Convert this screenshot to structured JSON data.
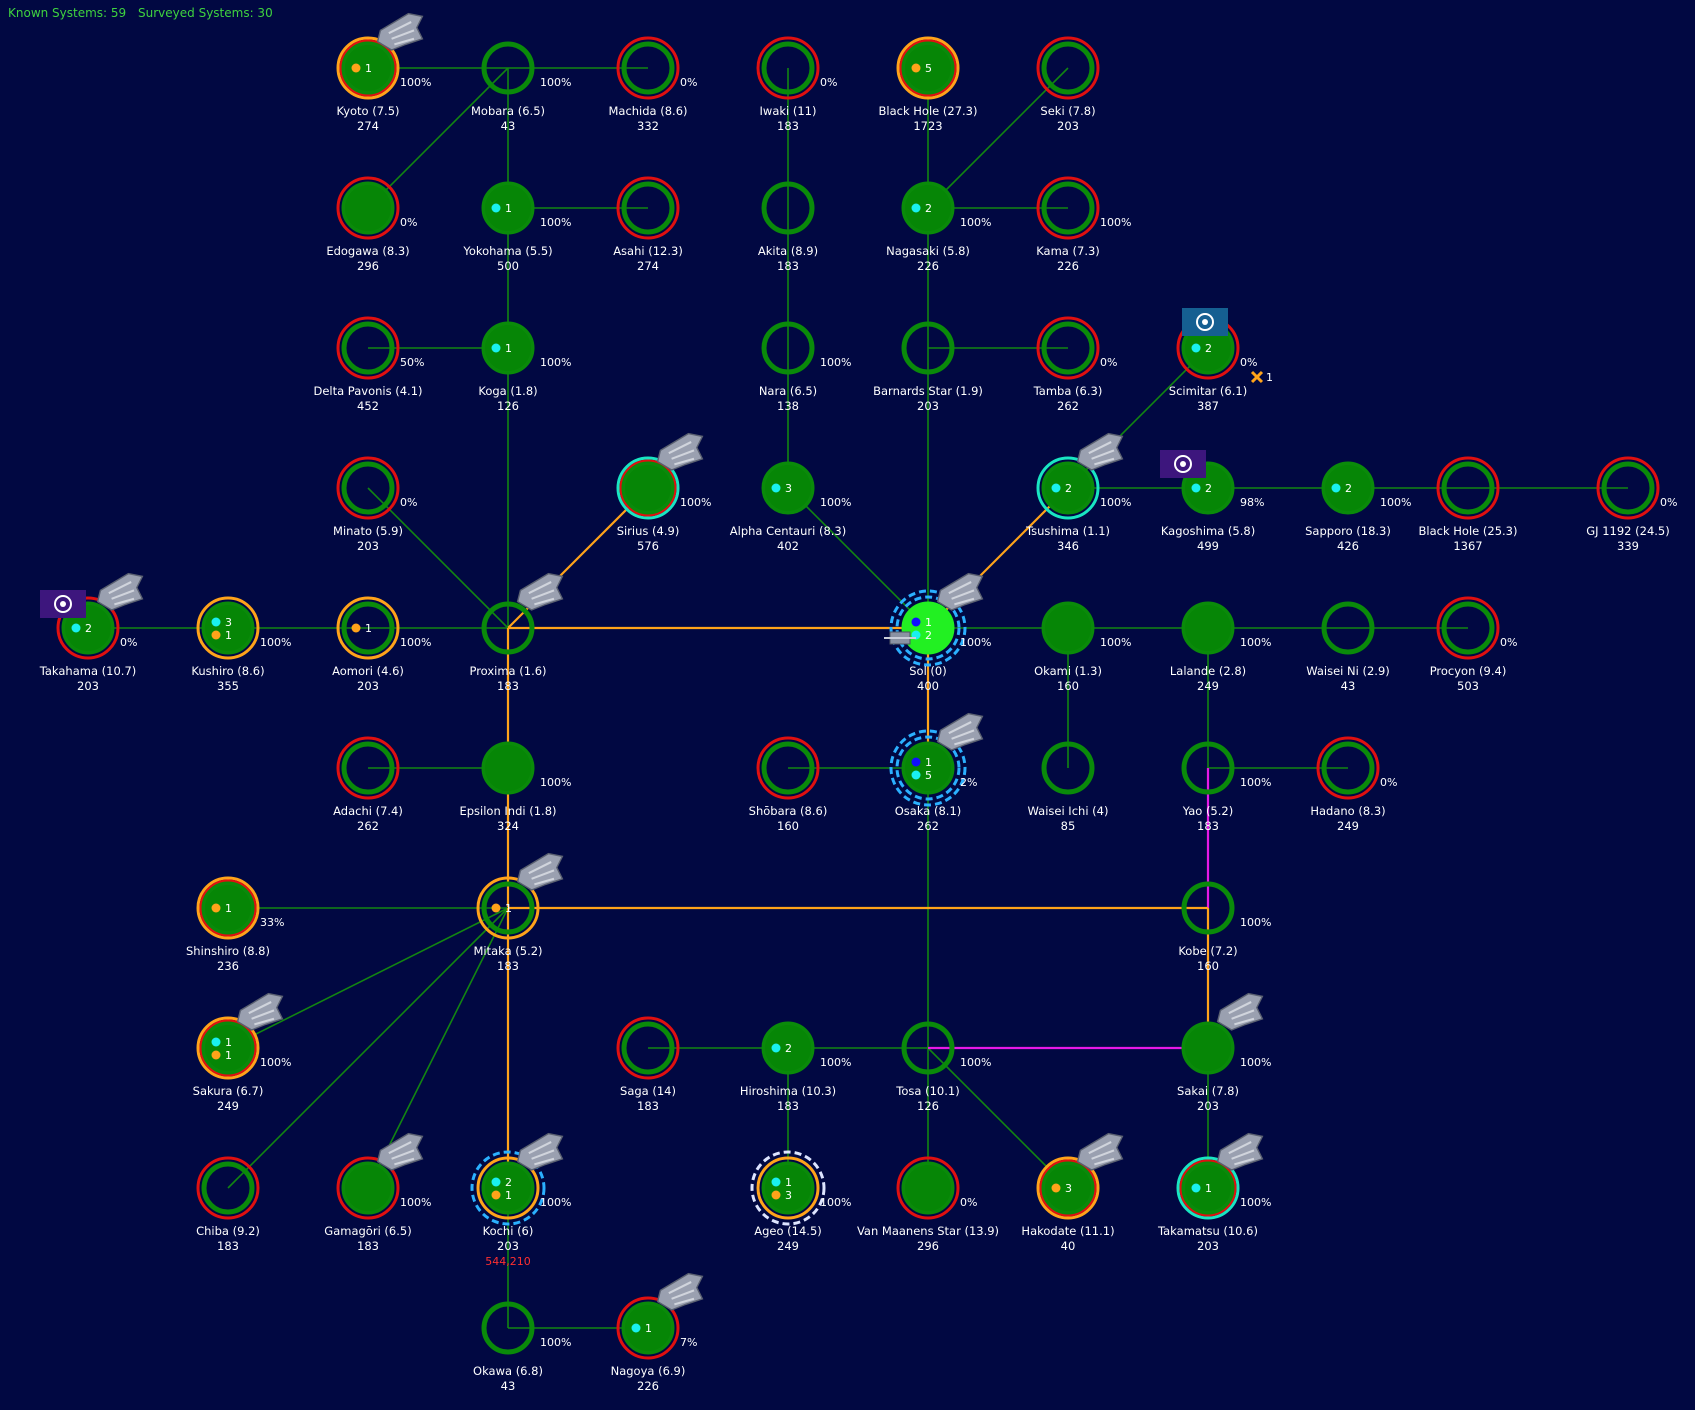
{
  "header": {
    "known_label": "Known Systems: 59",
    "surveyed_label": "Surveyed Systems: 30"
  },
  "colors": {
    "background": "#010842",
    "link": "#128512",
    "link_orange": "#ffa31a",
    "link_magenta": "#e619e6",
    "ring_green": "#0a8a0a",
    "fill_green": "#068606",
    "ring_red": "#e01010",
    "ring_orange": "#ffa31a",
    "ring_teal": "#19e6c2",
    "ring_blue_dash": "#2bb0ff",
    "sol_fill": "#22f022"
  },
  "systems": [
    {
      "id": "kyoto",
      "name": "Kyoto  (7.5)",
      "sub": "274",
      "pct": "100%",
      "fill": true,
      "ring": "orange-red",
      "dots": [
        {
          "c": "orange",
          "n": "1"
        }
      ],
      "ship": true
    },
    {
      "id": "mobara",
      "name": "Mobara  (6.5)",
      "sub": "43",
      "pct": "100%",
      "fill": false,
      "ring": "none",
      "dots": []
    },
    {
      "id": "machida",
      "name": "Machida  (8.6)",
      "sub": "332",
      "pct": "0%",
      "fill": false,
      "ring": "red",
      "dots": []
    },
    {
      "id": "iwaki",
      "name": "Iwaki  (11)",
      "sub": "183",
      "pct": "0%",
      "fill": false,
      "ring": "red",
      "dots": []
    },
    {
      "id": "blackhole1",
      "name": "Black Hole  (27.3)",
      "sub": "1723",
      "pct": "",
      "fill": true,
      "ring": "orange-red",
      "dots": [
        {
          "c": "orange",
          "n": "5"
        }
      ]
    },
    {
      "id": "seki",
      "name": "Seki  (7.8)",
      "sub": "203",
      "pct": "",
      "fill": false,
      "ring": "red",
      "dots": []
    },
    {
      "id": "edogawa",
      "name": "Edogawa  (8.3)",
      "sub": "296",
      "pct": "0%",
      "fill": true,
      "ring": "red",
      "dots": []
    },
    {
      "id": "yokohama",
      "name": "Yokohama  (5.5)",
      "sub": "500",
      "pct": "100%",
      "fill": true,
      "ring": "none",
      "dots": [
        {
          "c": "cyan",
          "n": "1"
        }
      ]
    },
    {
      "id": "asahi",
      "name": "Asahi  (12.3)",
      "sub": "274",
      "pct": "",
      "fill": false,
      "ring": "red",
      "dots": []
    },
    {
      "id": "akita",
      "name": "Akita  (8.9)",
      "sub": "183",
      "pct": "",
      "fill": false,
      "ring": "none",
      "dots": []
    },
    {
      "id": "nagasaki",
      "name": "Nagasaki  (5.8)",
      "sub": "226",
      "pct": "100%",
      "fill": true,
      "ring": "none",
      "dots": [
        {
          "c": "cyan",
          "n": "2"
        }
      ]
    },
    {
      "id": "kama",
      "name": "Kama  (7.3)",
      "sub": "226",
      "pct": "100%",
      "fill": false,
      "ring": "red",
      "dots": []
    },
    {
      "id": "deltapavonis",
      "name": "Delta Pavonis  (4.1)",
      "sub": "452",
      "pct": "50%",
      "fill": false,
      "ring": "red",
      "dots": []
    },
    {
      "id": "koga",
      "name": "Koga  (1.8)",
      "sub": "126",
      "pct": "100%",
      "fill": true,
      "ring": "none",
      "dots": [
        {
          "c": "cyan",
          "n": "1"
        }
      ]
    },
    {
      "id": "nara",
      "name": "Nara  (6.5)",
      "sub": "138",
      "pct": "100%",
      "fill": false,
      "ring": "none",
      "dots": []
    },
    {
      "id": "barnards",
      "name": "Barnards Star  (1.9)",
      "sub": "203",
      "pct": "",
      "fill": false,
      "ring": "none",
      "dots": []
    },
    {
      "id": "tamba",
      "name": "Tamba  (6.3)",
      "sub": "262",
      "pct": "0%",
      "fill": false,
      "ring": "red",
      "dots": []
    },
    {
      "id": "scimitar",
      "name": "Scimitar  (6.1)",
      "sub": "387",
      "pct": "0%",
      "fill": true,
      "ring": "red",
      "dots": [
        {
          "c": "cyan",
          "n": "2"
        }
      ],
      "badge": "1",
      "flag": "eye-flag-icon"
    },
    {
      "id": "minato",
      "name": "Minato  (5.9)",
      "sub": "203",
      "pct": "0%",
      "fill": false,
      "ring": "red",
      "dots": []
    },
    {
      "id": "sirius",
      "name": "Sirius  (4.9)",
      "sub": "576",
      "pct": "100%",
      "fill": true,
      "ring": "teal-red",
      "dots": [],
      "ship": true
    },
    {
      "id": "alphacen",
      "name": "Alpha Centauri  (8.3)",
      "sub": "402",
      "pct": "100%",
      "fill": true,
      "ring": "none",
      "dots": [
        {
          "c": "cyan",
          "n": "3"
        }
      ]
    },
    {
      "id": "tsushima",
      "name": "Tsushima  (1.1)",
      "sub": "346",
      "pct": "100%",
      "fill": true,
      "ring": "teal",
      "dots": [
        {
          "c": "cyan",
          "n": "2"
        }
      ],
      "ship": true
    },
    {
      "id": "kagoshima",
      "name": "Kagoshima  (5.8)",
      "sub": "499",
      "pct": "98%",
      "fill": true,
      "ring": "none",
      "dots": [
        {
          "c": "cyan",
          "n": "2"
        }
      ],
      "flag": "star-flag-icon"
    },
    {
      "id": "sapporo",
      "name": "Sapporo  (18.3)",
      "sub": "426",
      "pct": "100%",
      "fill": true,
      "ring": "none",
      "dots": [
        {
          "c": "cyan",
          "n": "2"
        }
      ]
    },
    {
      "id": "blackhole2",
      "name": "Black Hole  (25.3)",
      "sub": "1367",
      "pct": "",
      "fill": false,
      "ring": "red",
      "dots": []
    },
    {
      "id": "gj1192",
      "name": "GJ 1192  (24.5)",
      "sub": "339",
      "pct": "0%",
      "fill": false,
      "ring": "red",
      "dots": []
    },
    {
      "id": "takahama",
      "name": "Takahama  (10.7)",
      "sub": "203",
      "pct": "0%",
      "fill": true,
      "ring": "red",
      "dots": [
        {
          "c": "cyan",
          "n": "2"
        }
      ],
      "ship": true,
      "flag": "star-flag-icon"
    },
    {
      "id": "kushiro",
      "name": "Kushiro  (8.6)",
      "sub": "355",
      "pct": "100%",
      "fill": true,
      "ring": "orange",
      "dots": [
        {
          "c": "cyan",
          "n": "3"
        },
        {
          "c": "orange",
          "n": "1"
        }
      ]
    },
    {
      "id": "aomori",
      "name": "Aomori  (4.6)",
      "sub": "203",
      "pct": "100%",
      "fill": false,
      "ring": "orange",
      "dots": [
        {
          "c": "orange",
          "n": "1"
        }
      ]
    },
    {
      "id": "proxima",
      "name": "Proxima  (1.6)",
      "sub": "183",
      "pct": "",
      "fill": false,
      "ring": "none",
      "dots": [],
      "ship": true
    },
    {
      "id": "sol",
      "name": "Sol  (0)",
      "sub": "400",
      "pct": "100%",
      "fill": true,
      "ring": "sol",
      "dots": [
        {
          "c": "blue",
          "n": "1"
        },
        {
          "c": "cyan",
          "n": "2"
        }
      ],
      "ship": true,
      "station": true
    },
    {
      "id": "okami",
      "name": "Okami  (1.3)",
      "sub": "160",
      "pct": "100%",
      "fill": true,
      "ring": "none",
      "dots": []
    },
    {
      "id": "lalande",
      "name": "Lalande  (2.8)",
      "sub": "249",
      "pct": "100%",
      "fill": true,
      "ring": "none",
      "dots": []
    },
    {
      "id": "waiseini",
      "name": "Waisei Ni  (2.9)",
      "sub": "43",
      "pct": "",
      "fill": false,
      "ring": "none",
      "dots": []
    },
    {
      "id": "procyon",
      "name": "Procyon  (9.4)",
      "sub": "503",
      "pct": "0%",
      "fill": false,
      "ring": "red",
      "dots": []
    },
    {
      "id": "adachi",
      "name": "Adachi  (7.4)",
      "sub": "262",
      "pct": "",
      "fill": false,
      "ring": "red",
      "dots": []
    },
    {
      "id": "epsilonindi",
      "name": "Epsilon Indi  (1.8)",
      "sub": "324",
      "pct": "100%",
      "fill": true,
      "ring": "none",
      "dots": []
    },
    {
      "id": "shobara",
      "name": "Shōbara  (8.6)",
      "sub": "160",
      "pct": "",
      "fill": false,
      "ring": "red",
      "dots": []
    },
    {
      "id": "osaka",
      "name": "Osaka  (8.1)",
      "sub": "262",
      "pct": "2%",
      "fill": true,
      "ring": "blue-dash",
      "dots": [
        {
          "c": "blue",
          "n": "1"
        },
        {
          "c": "cyan",
          "n": "5"
        }
      ],
      "ship": true
    },
    {
      "id": "waiseiichi",
      "name": "Waisei Ichi  (4)",
      "sub": "85",
      "pct": "",
      "fill": false,
      "ring": "none",
      "dots": []
    },
    {
      "id": "yao",
      "name": "Yao  (5.2)",
      "sub": "183",
      "pct": "100%",
      "fill": false,
      "ring": "none",
      "dots": []
    },
    {
      "id": "hadano",
      "name": "Hadano  (8.3)",
      "sub": "249",
      "pct": "0%",
      "fill": false,
      "ring": "red",
      "dots": []
    },
    {
      "id": "shinshiro",
      "name": "Shinshiro  (8.8)",
      "sub": "236",
      "pct": "33%",
      "fill": true,
      "ring": "orange-red",
      "dots": [
        {
          "c": "orange",
          "n": "1"
        }
      ]
    },
    {
      "id": "mitaka",
      "name": "Mitaka  (5.2)",
      "sub": "183",
      "pct": "",
      "fill": false,
      "ring": "orange",
      "dots": [
        {
          "c": "orange",
          "n": "1"
        }
      ],
      "ship": true
    },
    {
      "id": "kobe",
      "name": "Kobe  (7.2)",
      "sub": "160",
      "pct": "100%",
      "fill": false,
      "ring": "none",
      "dots": []
    },
    {
      "id": "sakura",
      "name": "Sakura  (6.7)",
      "sub": "249",
      "pct": "100%",
      "fill": true,
      "ring": "orange-red",
      "dots": [
        {
          "c": "cyan",
          "n": "1"
        },
        {
          "c": "orange",
          "n": "1"
        }
      ],
      "ship": true
    },
    {
      "id": "saga",
      "name": "Saga  (14)",
      "sub": "183",
      "pct": "",
      "fill": false,
      "ring": "red",
      "dots": []
    },
    {
      "id": "hiroshima",
      "name": "Hiroshima  (10.3)",
      "sub": "183",
      "pct": "100%",
      "fill": true,
      "ring": "none",
      "dots": [
        {
          "c": "cyan",
          "n": "2"
        }
      ]
    },
    {
      "id": "tosa",
      "name": "Tosa  (10.1)",
      "sub": "126",
      "pct": "100%",
      "fill": false,
      "ring": "none",
      "dots": []
    },
    {
      "id": "sakai",
      "name": "Sakai  (7.8)",
      "sub": "203",
      "pct": "100%",
      "fill": true,
      "ring": "none",
      "dots": [],
      "ship": true
    },
    {
      "id": "chiba",
      "name": "Chiba  (9.2)",
      "sub": "183",
      "pct": "",
      "fill": false,
      "ring": "red",
      "dots": []
    },
    {
      "id": "gamagori",
      "name": "Gamagōri  (6.5)",
      "sub": "183",
      "pct": "100%",
      "fill": true,
      "ring": "red",
      "dots": [],
      "ship": true
    },
    {
      "id": "kochi",
      "name": "Kochi  (6)",
      "sub": "203",
      "pct": "100%",
      "fill": true,
      "ring": "orange-blue",
      "dots": [
        {
          "c": "cyan",
          "n": "2"
        },
        {
          "c": "orange",
          "n": "1"
        }
      ],
      "ship": true,
      "extra": "544,210"
    },
    {
      "id": "ageo",
      "name": "Ageo  (14.5)",
      "sub": "249",
      "pct": "100%",
      "fill": true,
      "ring": "orange-white",
      "dots": [
        {
          "c": "cyan",
          "n": "1"
        },
        {
          "c": "orange",
          "n": "3"
        }
      ]
    },
    {
      "id": "vanmaanen",
      "name": "Van Maanens Star  (13.9)",
      "sub": "296",
      "pct": "0%",
      "fill": true,
      "ring": "red",
      "dots": []
    },
    {
      "id": "hakodate",
      "name": "Hakodate  (11.1)",
      "sub": "40",
      "pct": "",
      "fill": true,
      "ring": "orange-red",
      "dots": [
        {
          "c": "orange",
          "n": "3"
        }
      ],
      "ship": true
    },
    {
      "id": "takamatsu",
      "name": "Takamatsu  (10.6)",
      "sub": "203",
      "pct": "100%",
      "fill": true,
      "ring": "teal-red",
      "dots": [
        {
          "c": "cyan",
          "n": "1"
        }
      ],
      "ship": true
    },
    {
      "id": "okawa",
      "name": "Okawa  (6.8)",
      "sub": "43",
      "pct": "100%",
      "fill": false,
      "ring": "none",
      "dots": []
    },
    {
      "id": "nagoya",
      "name": "Nagoya  (6.9)",
      "sub": "226",
      "pct": "7%",
      "fill": true,
      "ring": "red",
      "dots": [
        {
          "c": "cyan",
          "n": "1"
        }
      ],
      "ship": true
    }
  ],
  "links": [
    [
      "kyoto",
      "mobara",
      "g"
    ],
    [
      "mobara",
      "machida",
      "g"
    ],
    [
      "mobara",
      "edogawa",
      "g"
    ],
    [
      "mobara",
      "yokohama",
      "g"
    ],
    [
      "yokohama",
      "asahi",
      "g"
    ],
    [
      "yokohama",
      "koga",
      "g"
    ],
    [
      "deltapavonis",
      "koga",
      "g"
    ],
    [
      "koga",
      "proxima",
      "g"
    ],
    [
      "minato",
      "proxima",
      "g"
    ],
    [
      "proxima",
      "sirius",
      "o"
    ],
    [
      "proxima",
      "sol",
      "o"
    ],
    [
      "aomori",
      "proxima",
      "g"
    ],
    [
      "takahama",
      "kushiro",
      "g"
    ],
    [
      "kushiro",
      "aomori",
      "g"
    ],
    [
      "proxima",
      "epsilonindi",
      "o"
    ],
    [
      "adachi",
      "epsilonindi",
      "g"
    ],
    [
      "epsilonindi",
      "mitaka",
      "o"
    ],
    [
      "iwaki",
      "akita",
      "g"
    ],
    [
      "akita",
      "nara",
      "g"
    ],
    [
      "nara",
      "alphacen",
      "g"
    ],
    [
      "alphacen",
      "sol",
      "g"
    ],
    [
      "blackhole1",
      "nagasaki",
      "g"
    ],
    [
      "seki",
      "nagasaki",
      "g"
    ],
    [
      "nagasaki",
      "kama",
      "g"
    ],
    [
      "nagasaki",
      "barnards",
      "g"
    ],
    [
      "barnards",
      "tamba",
      "g"
    ],
    [
      "barnards",
      "sol",
      "g"
    ],
    [
      "scimitar",
      "tsushima",
      "g"
    ],
    [
      "tsushima",
      "sol",
      "o"
    ],
    [
      "tsushima",
      "kagoshima",
      "g"
    ],
    [
      "kagoshima",
      "sapporo",
      "g"
    ],
    [
      "sapporo",
      "blackhole2",
      "g"
    ],
    [
      "blackhole2",
      "gj1192",
      "g"
    ],
    [
      "sol",
      "okami",
      "g"
    ],
    [
      "okami",
      "lalande",
      "g"
    ],
    [
      "lalande",
      "waiseini",
      "g"
    ],
    [
      "waiseini",
      "procyon",
      "g"
    ],
    [
      "okami",
      "waiseiichi",
      "g"
    ],
    [
      "lalande",
      "yao",
      "g"
    ],
    [
      "yao",
      "hadano",
      "g"
    ],
    [
      "yao",
      "kobe",
      "m"
    ],
    [
      "sol",
      "osaka",
      "o"
    ],
    [
      "shobara",
      "osaka",
      "g"
    ],
    [
      "osaka",
      "tosa",
      "g"
    ],
    [
      "mitaka",
      "kobe",
      "o"
    ],
    [
      "shinshiro",
      "mitaka",
      "g"
    ],
    [
      "sakura",
      "mitaka",
      "g"
    ],
    [
      "chiba",
      "mitaka",
      "g"
    ],
    [
      "gamagori",
      "mitaka",
      "g"
    ],
    [
      "mitaka",
      "kochi",
      "o"
    ],
    [
      "kochi",
      "okawa",
      "g"
    ],
    [
      "okawa",
      "nagoya",
      "g"
    ],
    [
      "saga",
      "hiroshima",
      "g"
    ],
    [
      "hiroshima",
      "tosa",
      "g"
    ],
    [
      "hiroshima",
      "ageo",
      "g"
    ],
    [
      "tosa",
      "vanmaanen",
      "g"
    ],
    [
      "tosa",
      "hakodate",
      "g"
    ],
    [
      "tosa",
      "sakai",
      "m"
    ],
    [
      "kobe",
      "sakai",
      "o"
    ],
    [
      "sakai",
      "takamatsu",
      "g"
    ]
  ]
}
